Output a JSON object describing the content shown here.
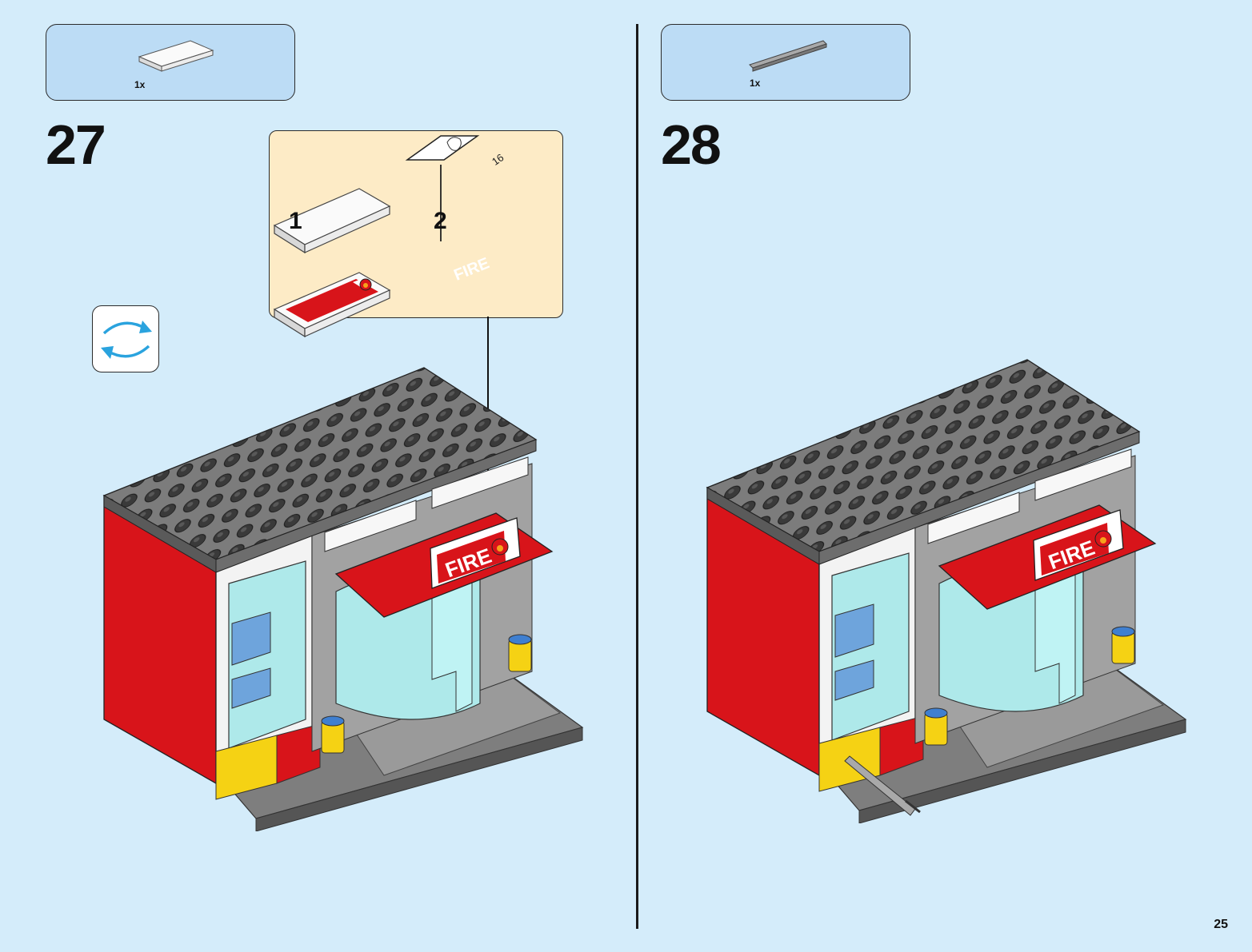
{
  "steps": [
    {
      "number": "27",
      "parts_qty": "1x",
      "sub_steps": [
        {
          "number": "1"
        },
        {
          "number": "2",
          "sticker_number": "16",
          "tile_label": "FIRE"
        }
      ],
      "sign_label": "FIRE"
    },
    {
      "number": "28",
      "parts_qty": "1x",
      "sign_label": "FIRE"
    }
  ],
  "page_number": "25",
  "icons": [
    "rotate-model-icon"
  ],
  "colors": {
    "background": "#d4ecfa",
    "parts_box": "#bcdcf5",
    "sub_panel": "#fdebc6",
    "brick_red": "#d8141a",
    "plate_gray": "#5c5c5c",
    "glass": "#aee9ea",
    "rotate_arrow": "#2aa3de"
  }
}
